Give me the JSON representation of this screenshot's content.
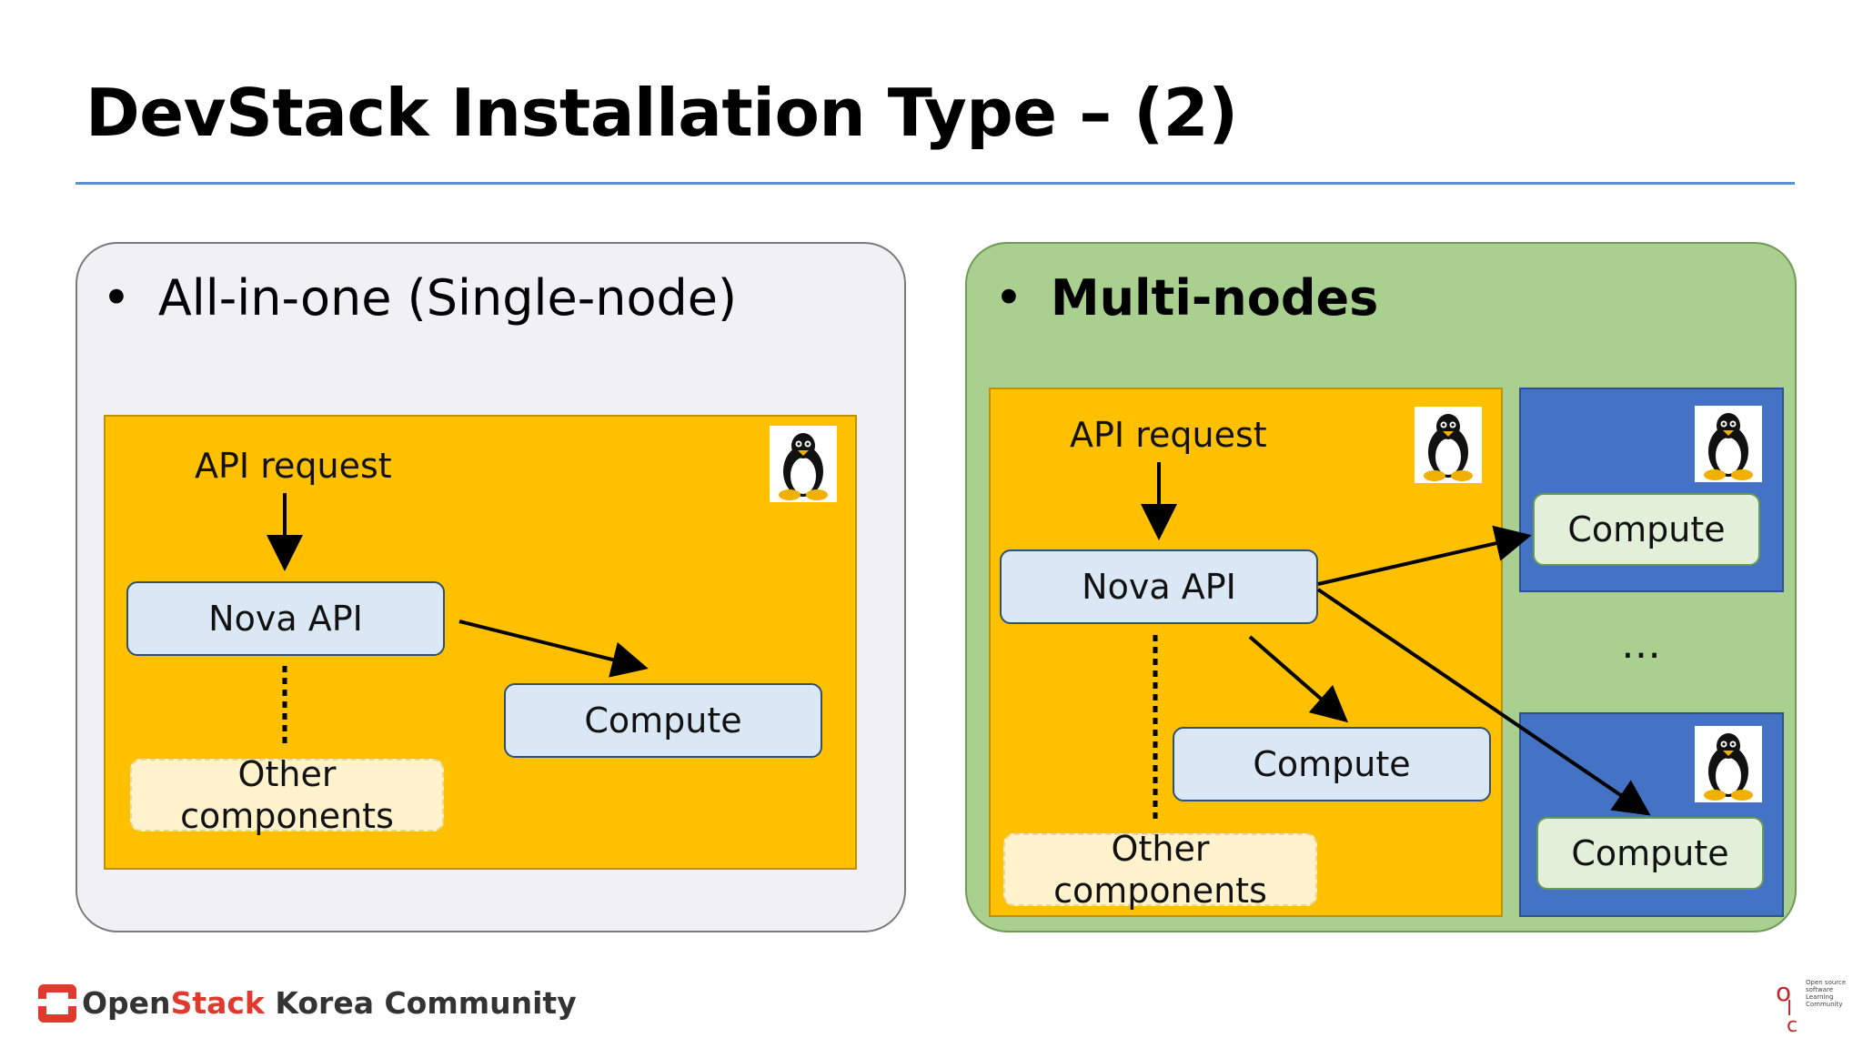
{
  "title": "DevStack Installation Type – (2)",
  "left_panel": {
    "heading": "All-in-one (Single-node)",
    "api_request": "API request",
    "nova_api": "Nova API",
    "compute": "Compute",
    "other_line1": "Other",
    "other_line2": "components"
  },
  "right_panel": {
    "heading": "Multi-nodes",
    "api_request": "API request",
    "nova_api": "Nova API",
    "compute_local": "Compute",
    "other_line1": "Other",
    "other_line2": "components",
    "compute_top": "Compute",
    "compute_bottom": "Compute",
    "ellipsis": "…"
  },
  "footer": {
    "brand_open": "Open",
    "brand_stack": "Stack",
    "brand_rest": " Korea Community",
    "corner_text": "Open source software Learning Community"
  },
  "colors": {
    "panel_left_bg": "#f1f1f3",
    "panel_right_bg": "#a9d08e",
    "node_orange": "#ffc000",
    "node_blue": "#4472c4",
    "box_blue": "#dae8f5",
    "box_green": "#e2f0d9",
    "box_other": "#fff2cc",
    "accent_red": "#e03a2f"
  },
  "icons": [
    "linux-tux-icon",
    "arrow-icon",
    "openstack-logo-icon"
  ]
}
